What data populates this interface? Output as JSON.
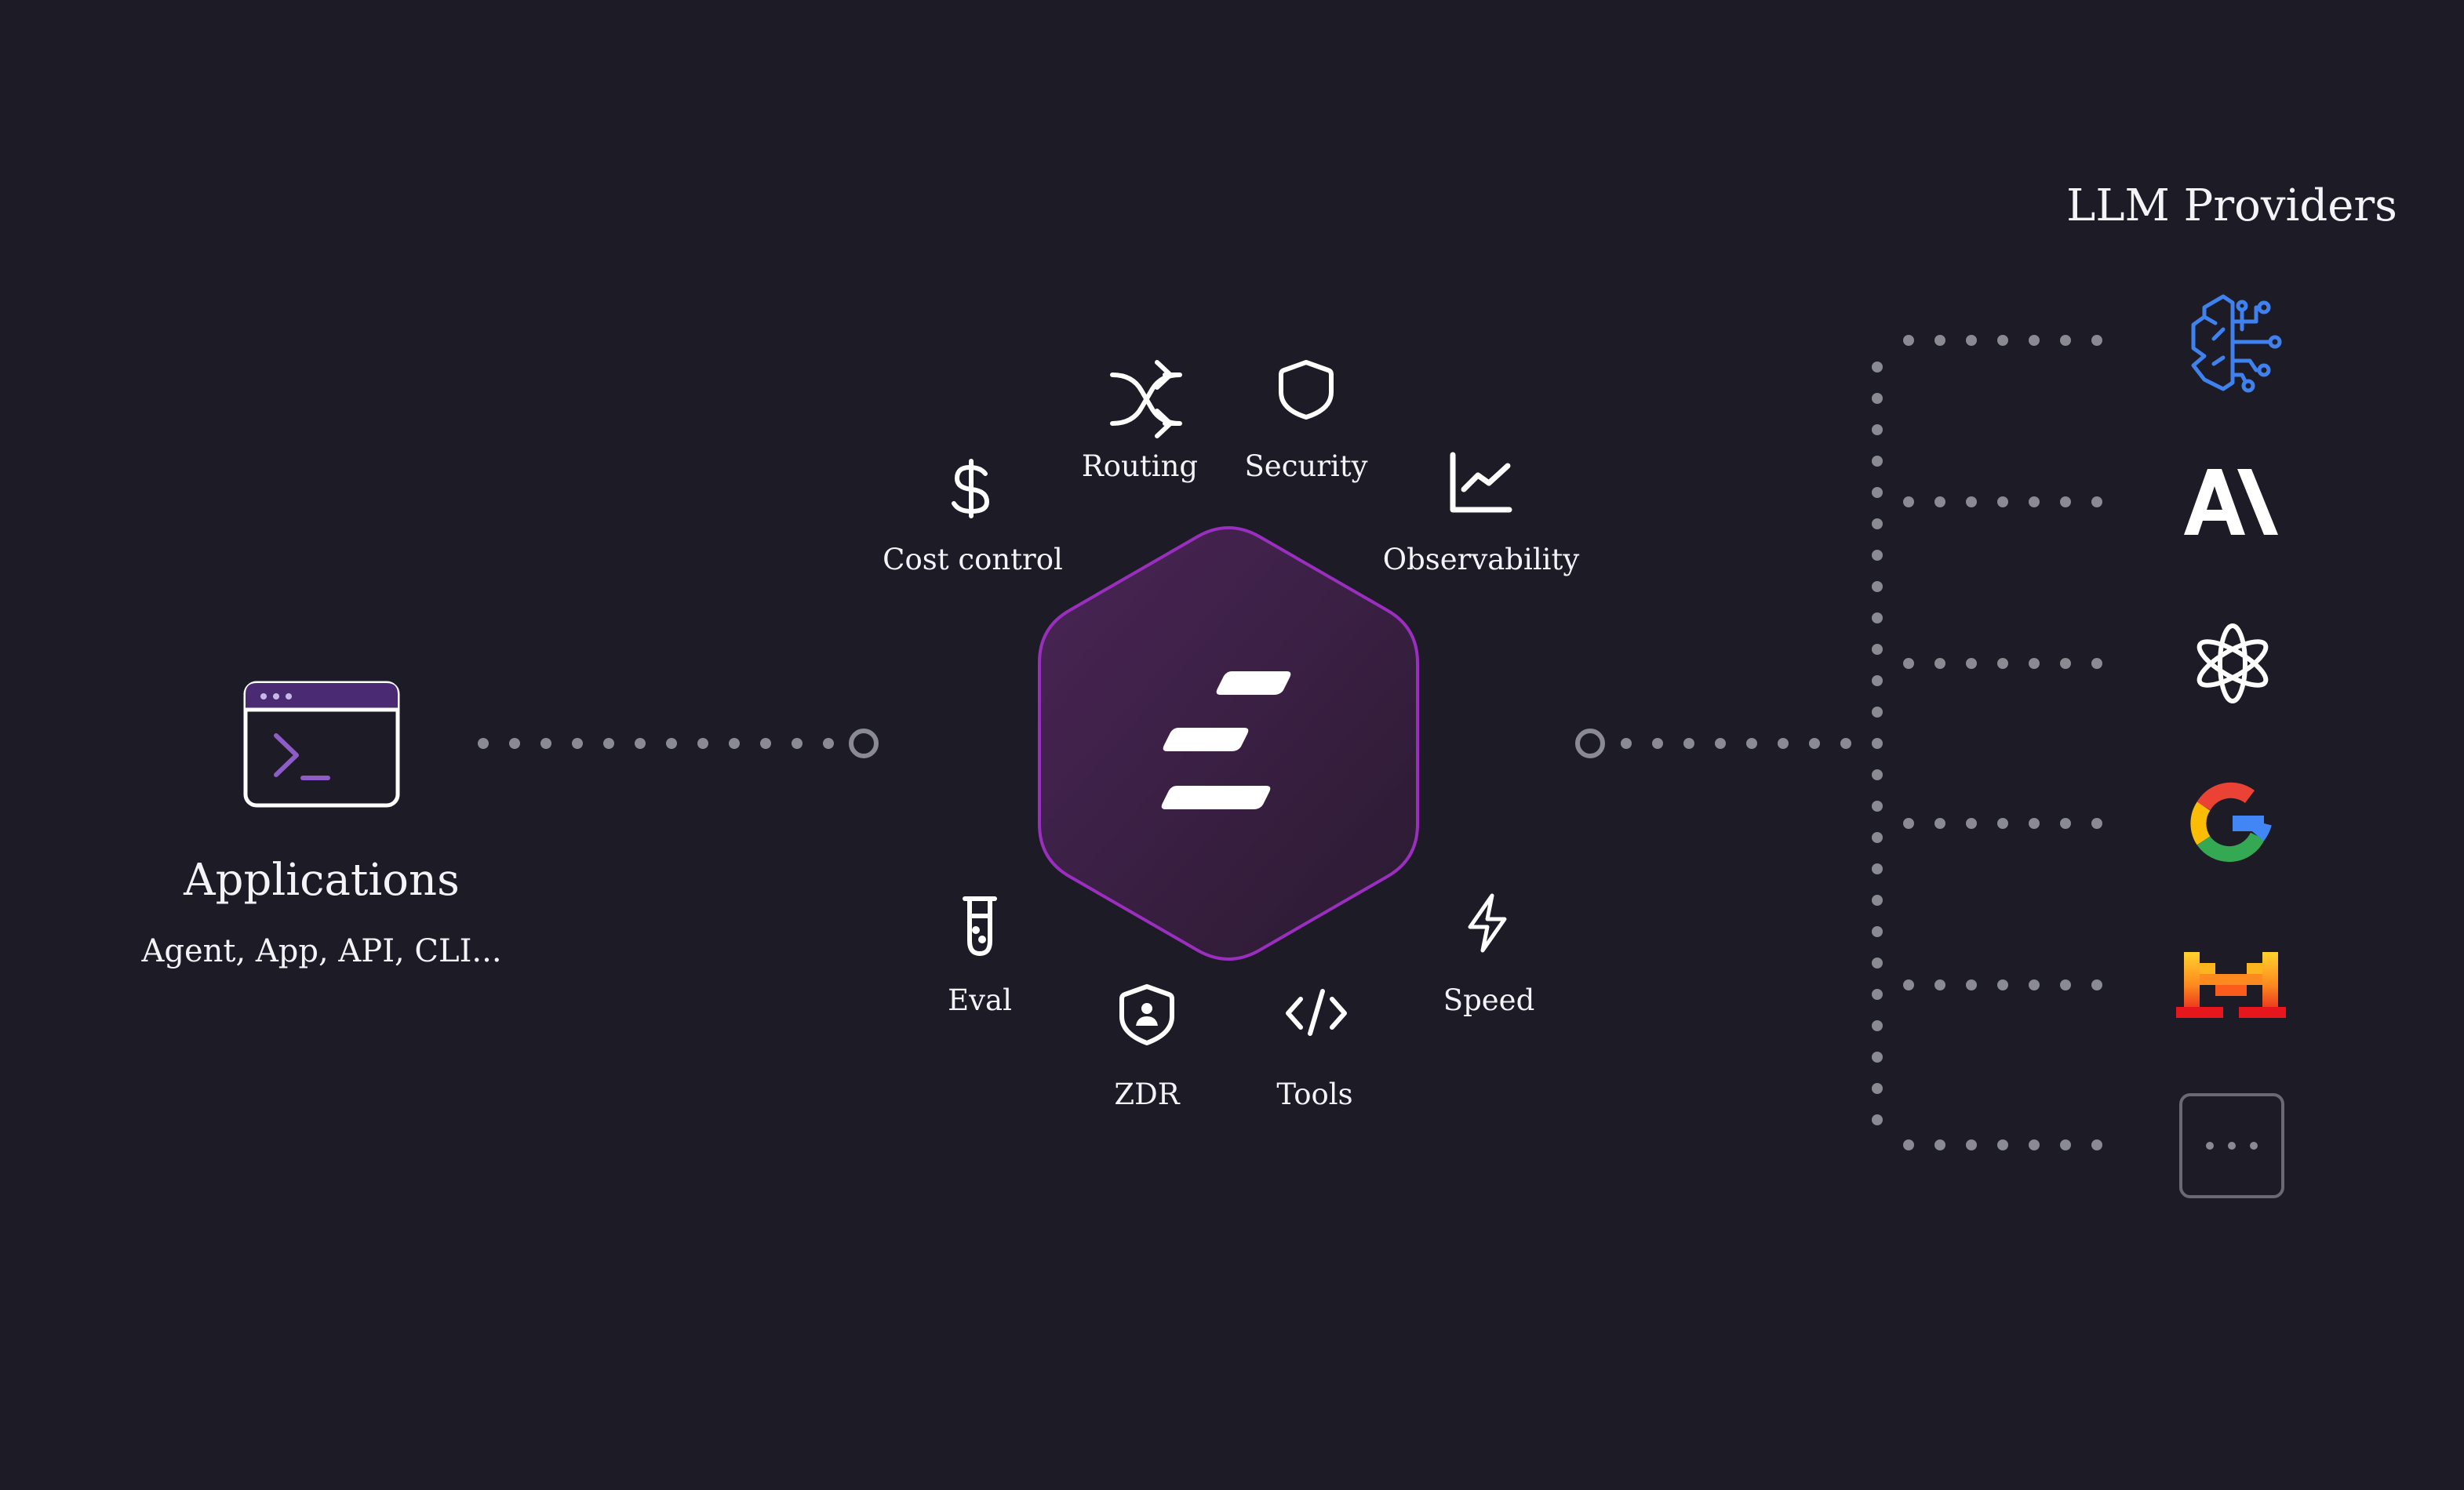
{
  "applications": {
    "title": "Applications",
    "subtitle": "Agent, App, API, CLI..."
  },
  "providers": {
    "title": "LLM Providers",
    "items": [
      {
        "icon": "brain-circuit-icon",
        "color": "#3f82ee"
      },
      {
        "icon": "anthropic-logo-icon",
        "color": "#ffffff"
      },
      {
        "icon": "openai-logo-icon",
        "color": "#ffffff"
      },
      {
        "icon": "google-logo-icon",
        "color": "#4285f4"
      },
      {
        "icon": "mistral-logo-icon",
        "color": "#f7a21b"
      },
      {
        "icon": "more-icon",
        "color": "#8a8a92"
      }
    ]
  },
  "features": {
    "routing": {
      "label": "Routing",
      "icon": "shuffle-icon"
    },
    "security": {
      "label": "Security",
      "icon": "shield-icon"
    },
    "cost_control": {
      "label": "Cost control",
      "icon": "dollar-icon"
    },
    "observability": {
      "label": "Observability",
      "icon": "chart-line-icon"
    },
    "eval": {
      "label": "Eval",
      "icon": "test-tube-icon"
    },
    "speed": {
      "label": "Speed",
      "icon": "lightning-icon"
    },
    "zdr": {
      "label": "ZDR",
      "icon": "shield-user-icon"
    },
    "tools": {
      "label": "Tools",
      "icon": "code-icon"
    }
  },
  "colors": {
    "background": "#1d1b26",
    "hub_border": "#9a2fbf",
    "dots": "#8a8a92",
    "accent_purple": "#7b4ea8"
  }
}
